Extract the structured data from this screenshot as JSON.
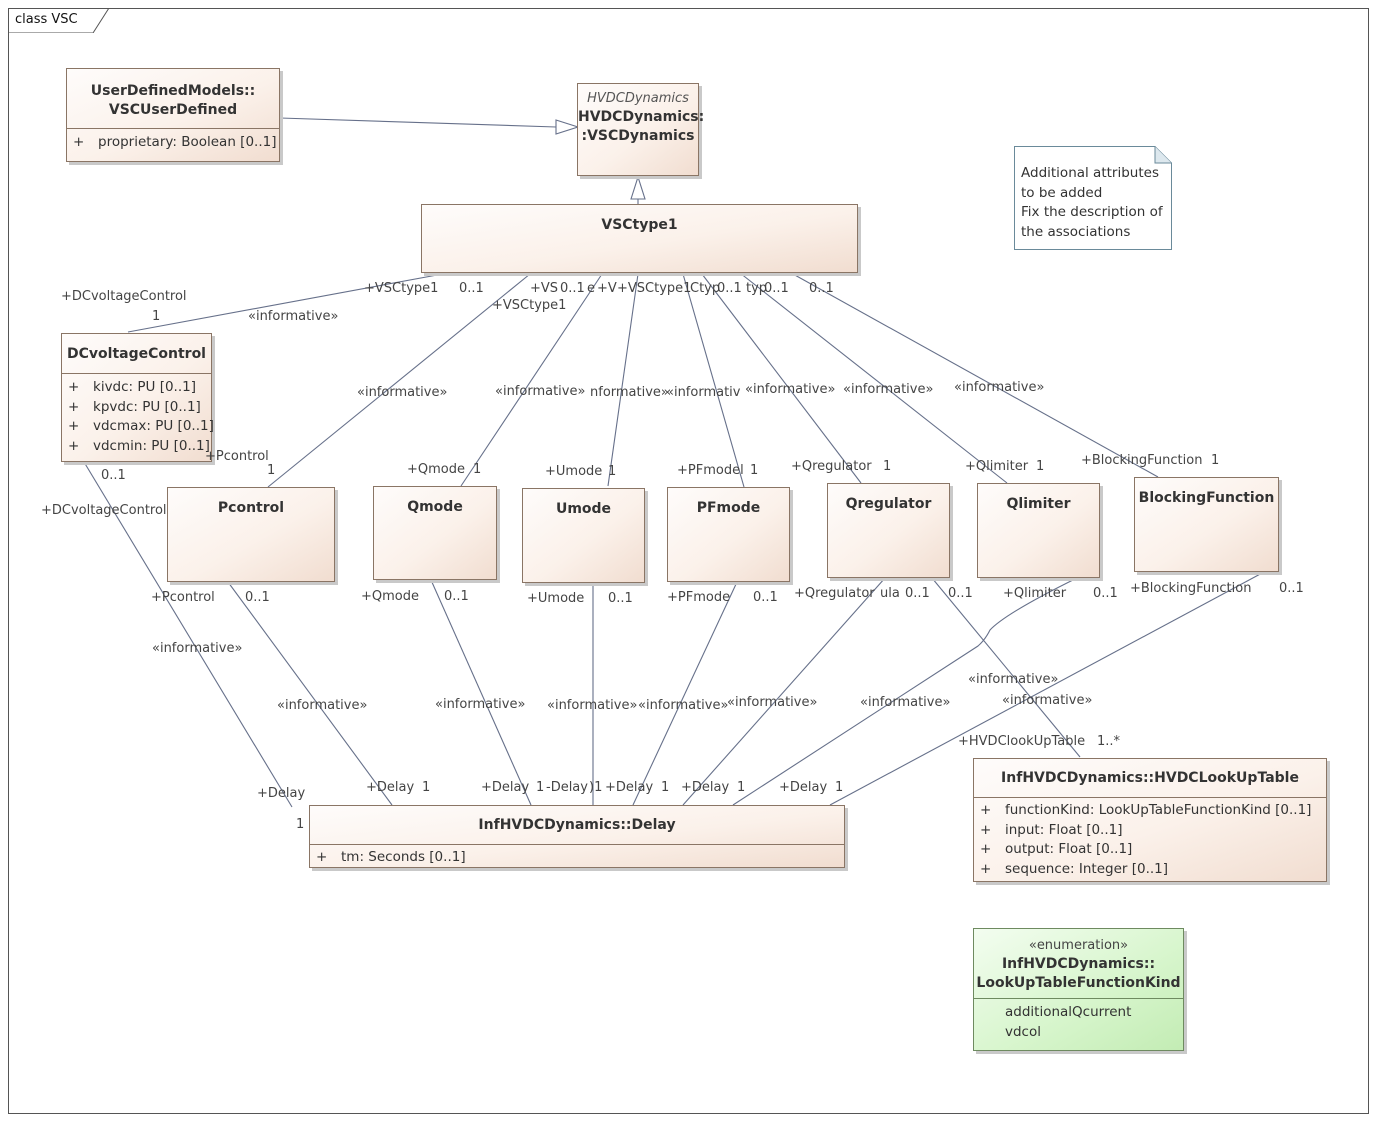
{
  "frame": {
    "title": "class VSC"
  },
  "classes": {
    "vsc_user_defined": {
      "title_l1": "UserDefinedModels::",
      "title_l2": "VSCUserDefined",
      "attrs": [
        {
          "vis": "+",
          "text": "proprietary: Boolean [0..1]"
        }
      ]
    },
    "vsc_dynamics": {
      "stereotype": "HVDCDynamics",
      "title_l1": "HVDCDynamics:",
      "title_l2": ":VSCDynamics"
    },
    "vsctype1": {
      "title": "VSCtype1"
    },
    "dcvoltagecontrol": {
      "title": "DCvoltageControl",
      "attrs": [
        {
          "vis": "+",
          "text": "kivdc: PU [0..1]"
        },
        {
          "vis": "+",
          "text": "kpvdc: PU [0..1]"
        },
        {
          "vis": "+",
          "text": "vdcmax: PU [0..1]"
        },
        {
          "vis": "+",
          "text": "vdcmin: PU [0..1]"
        }
      ]
    },
    "pcontrol": {
      "title": "Pcontrol"
    },
    "qmode": {
      "title": "Qmode"
    },
    "umode": {
      "title": "Umode"
    },
    "pfmode": {
      "title": "PFmode"
    },
    "qregulator": {
      "title": "Qregulator"
    },
    "qlimiter": {
      "title": "Qlimiter"
    },
    "blockingfunction": {
      "title": "BlockingFunction"
    },
    "delay": {
      "title": "InfHVDCDynamics::Delay",
      "attrs": [
        {
          "vis": "+",
          "text": "tm: Seconds [0..1]"
        }
      ]
    },
    "lookup_table": {
      "title": "InfHVDCDynamics::HVDCLookUpTable",
      "attrs": [
        {
          "vis": "+",
          "text": "functionKind: LookUpTableFunctionKind [0..1]"
        },
        {
          "vis": "+",
          "text": "input: Float [0..1]"
        },
        {
          "vis": "+",
          "text": "output: Float [0..1]"
        },
        {
          "vis": "+",
          "text": "sequence: Integer [0..1]"
        }
      ]
    }
  },
  "enumeration": {
    "stereotype": "«enumeration»",
    "title_l1": "InfHVDCDynamics::",
    "title_l2": "LookUpTableFunctionKind",
    "literals": [
      "additionalQcurrent",
      "vdcol"
    ]
  },
  "note": {
    "text": "Additional attributes\nto be added\nFix the description of\nthe associations"
  },
  "labels": [
    "+DCvoltageControl",
    "1",
    "«informative»",
    "+VSCtype1",
    "0..1",
    "+VSCtype1",
    "+VS",
    "0..1",
    "e",
    "+V",
    "+VSCtype1",
    "Ctyp",
    "0..1",
    "typ",
    "0..1",
    "0..1",
    "«informative»",
    "«informative»",
    "nformative»",
    "«informativ",
    "«informative»",
    "«informative»",
    "«informative»",
    "+Pcontrol",
    "1",
    "+Qmode",
    "1",
    "+Umode",
    "1",
    "+PFmodel",
    "1",
    "+Qregulator",
    "1",
    "+Qlimiter",
    "1",
    "+BlockingFunction",
    "1",
    "0..1",
    "+DCvoltageControl",
    "+Pcontrol",
    "0..1",
    "+Qmode",
    "0..1",
    "+Umode",
    "0..1",
    "+PFmode",
    "0..1",
    "+Qregulator",
    "ula",
    "0..1",
    "0..1",
    "+Qlimiter",
    "0..1",
    "+BlockingFunction",
    "0..1",
    "«informative»",
    "«informative»",
    "«informative»",
    "«informative»",
    "«informative»",
    "«informative»",
    "«informative»",
    "«informative»",
    "«informative»",
    "+HVDClookUpTable",
    "1..*",
    "+Delay",
    "1",
    "+Delay",
    "1",
    "+Delay",
    "1",
    "-Delay",
    ")1",
    "+Delay",
    "1",
    "+Delay",
    "1",
    "+Delay",
    "1"
  ]
}
